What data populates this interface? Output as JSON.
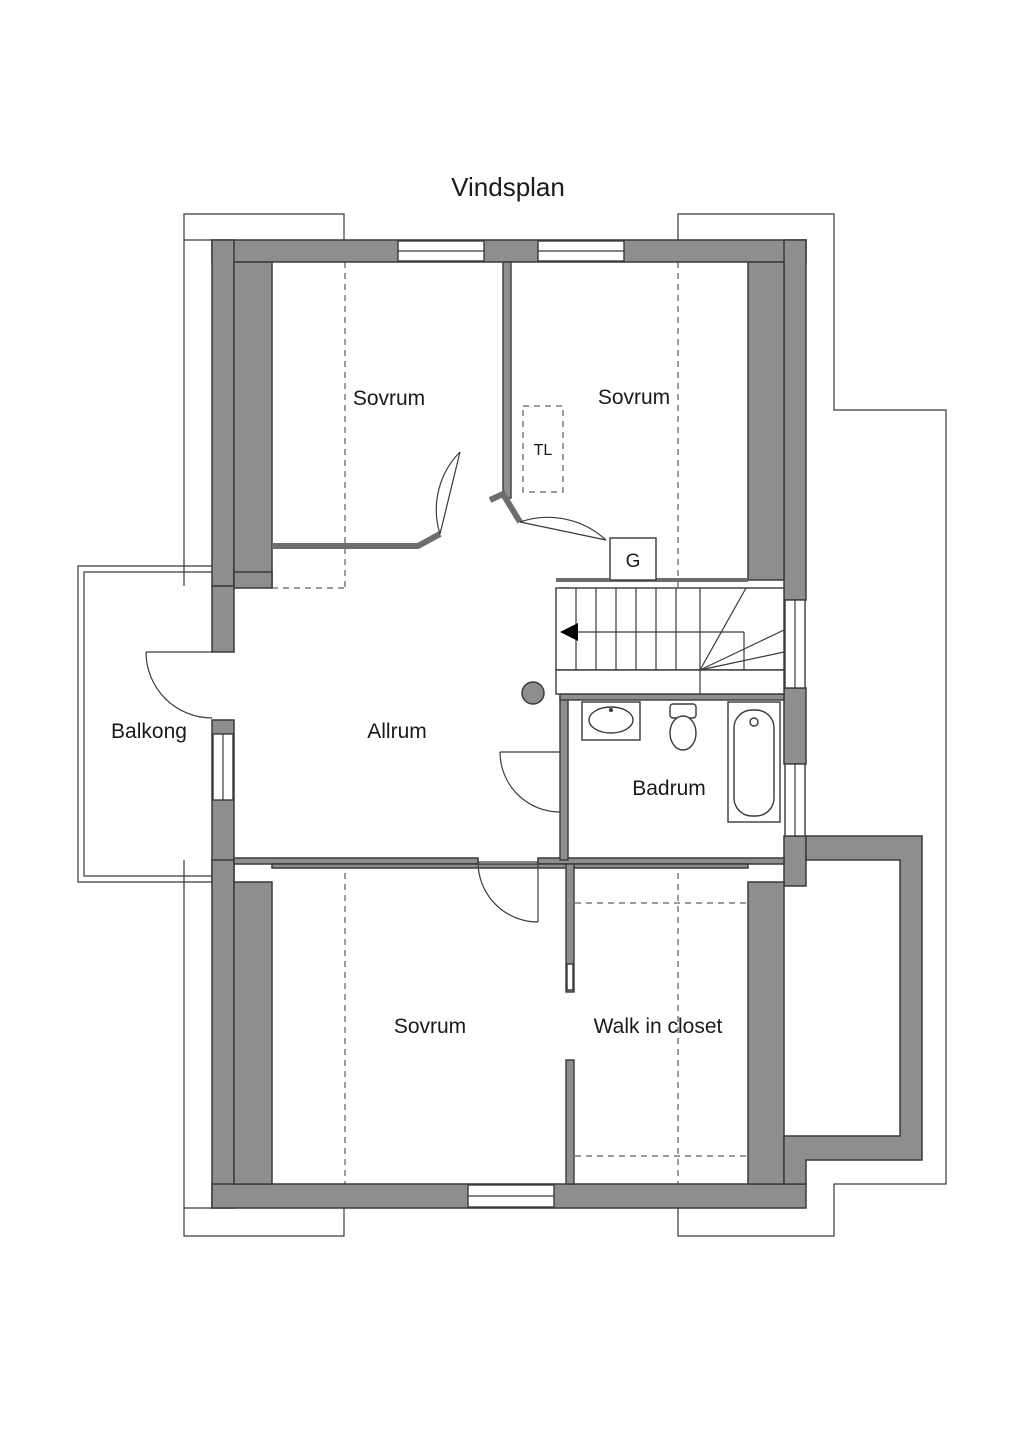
{
  "title": "Vindsplan",
  "rooms": {
    "sovrum_top_left": "Sovrum",
    "sovrum_top_right": "Sovrum",
    "allrum": "Allrum",
    "balkong": "Balkong",
    "badrum": "Badrum",
    "sovrum_bottom": "Sovrum",
    "walk_in_closet": "Walk in closet"
  },
  "markers": {
    "tl": "TL",
    "g": "G"
  },
  "colors": {
    "wall_fill": "#8e8e8e",
    "line": "#3a3a3a",
    "background": "#ffffff"
  }
}
